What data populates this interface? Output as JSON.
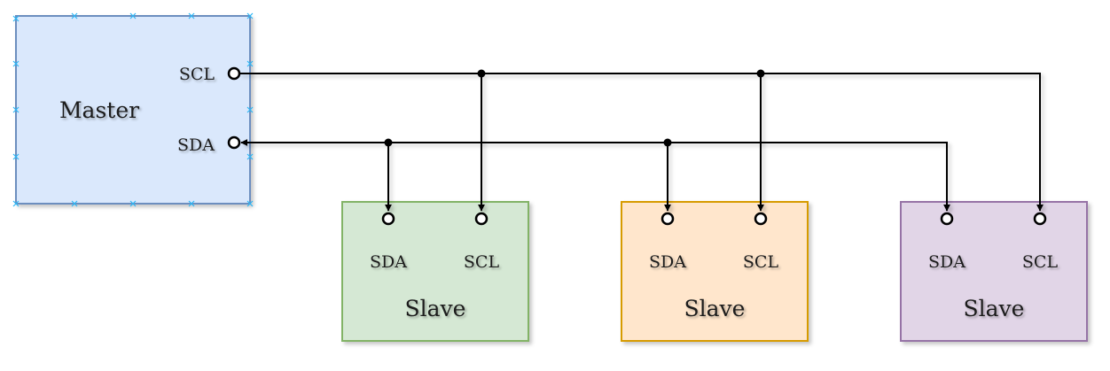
{
  "master": {
    "title": "Master",
    "scl_label": "SCL",
    "sda_label": "SDA",
    "fill": "#dae8fc",
    "stroke": "#6c8ebf",
    "marker_color": "#29b6f6"
  },
  "slaves": [
    {
      "title": "Slave",
      "sda_label": "SDA",
      "scl_label": "SCL",
      "fill": "#d5e8d4",
      "stroke": "#82b366"
    },
    {
      "title": "Slave",
      "sda_label": "SDA",
      "scl_label": "SCL",
      "fill": "#ffe6cc",
      "stroke": "#d79b00"
    },
    {
      "title": "Slave",
      "sda_label": "SDA",
      "scl_label": "SCL",
      "fill": "#e1d5e7",
      "stroke": "#9673a6"
    }
  ],
  "wire_color": "#000000"
}
